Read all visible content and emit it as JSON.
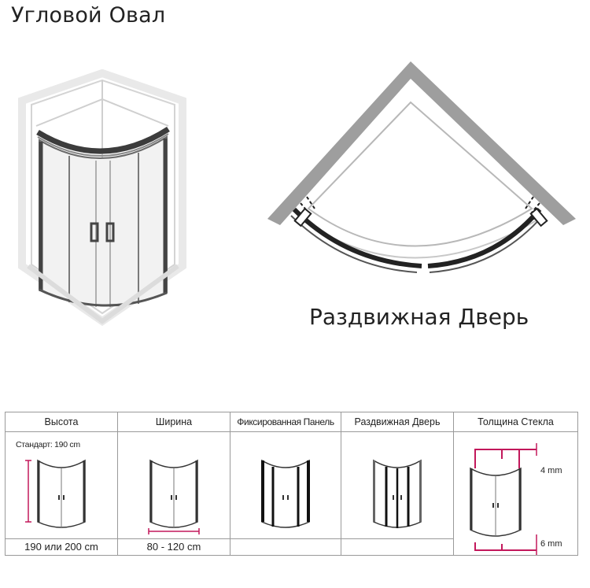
{
  "title": "Угловой Овал",
  "plan_caption": "Раздвижная Дверь",
  "table": {
    "headers": [
      "Высота",
      "Ширина",
      "Фиксированная Панель",
      "Раздвижная Дверь",
      "Толщина Стекла"
    ],
    "standard_note": "Стандарт: 190 cm",
    "values": [
      "190 или 200 cm",
      "80 - 120 cm",
      "",
      "",
      ""
    ],
    "thickness_top": "4 mm",
    "thickness_bottom": "6 mm"
  },
  "colors": {
    "dimension_accent": "#c2185b",
    "wall_gray": "#9e9e9e",
    "frame_dark": "#222222"
  }
}
